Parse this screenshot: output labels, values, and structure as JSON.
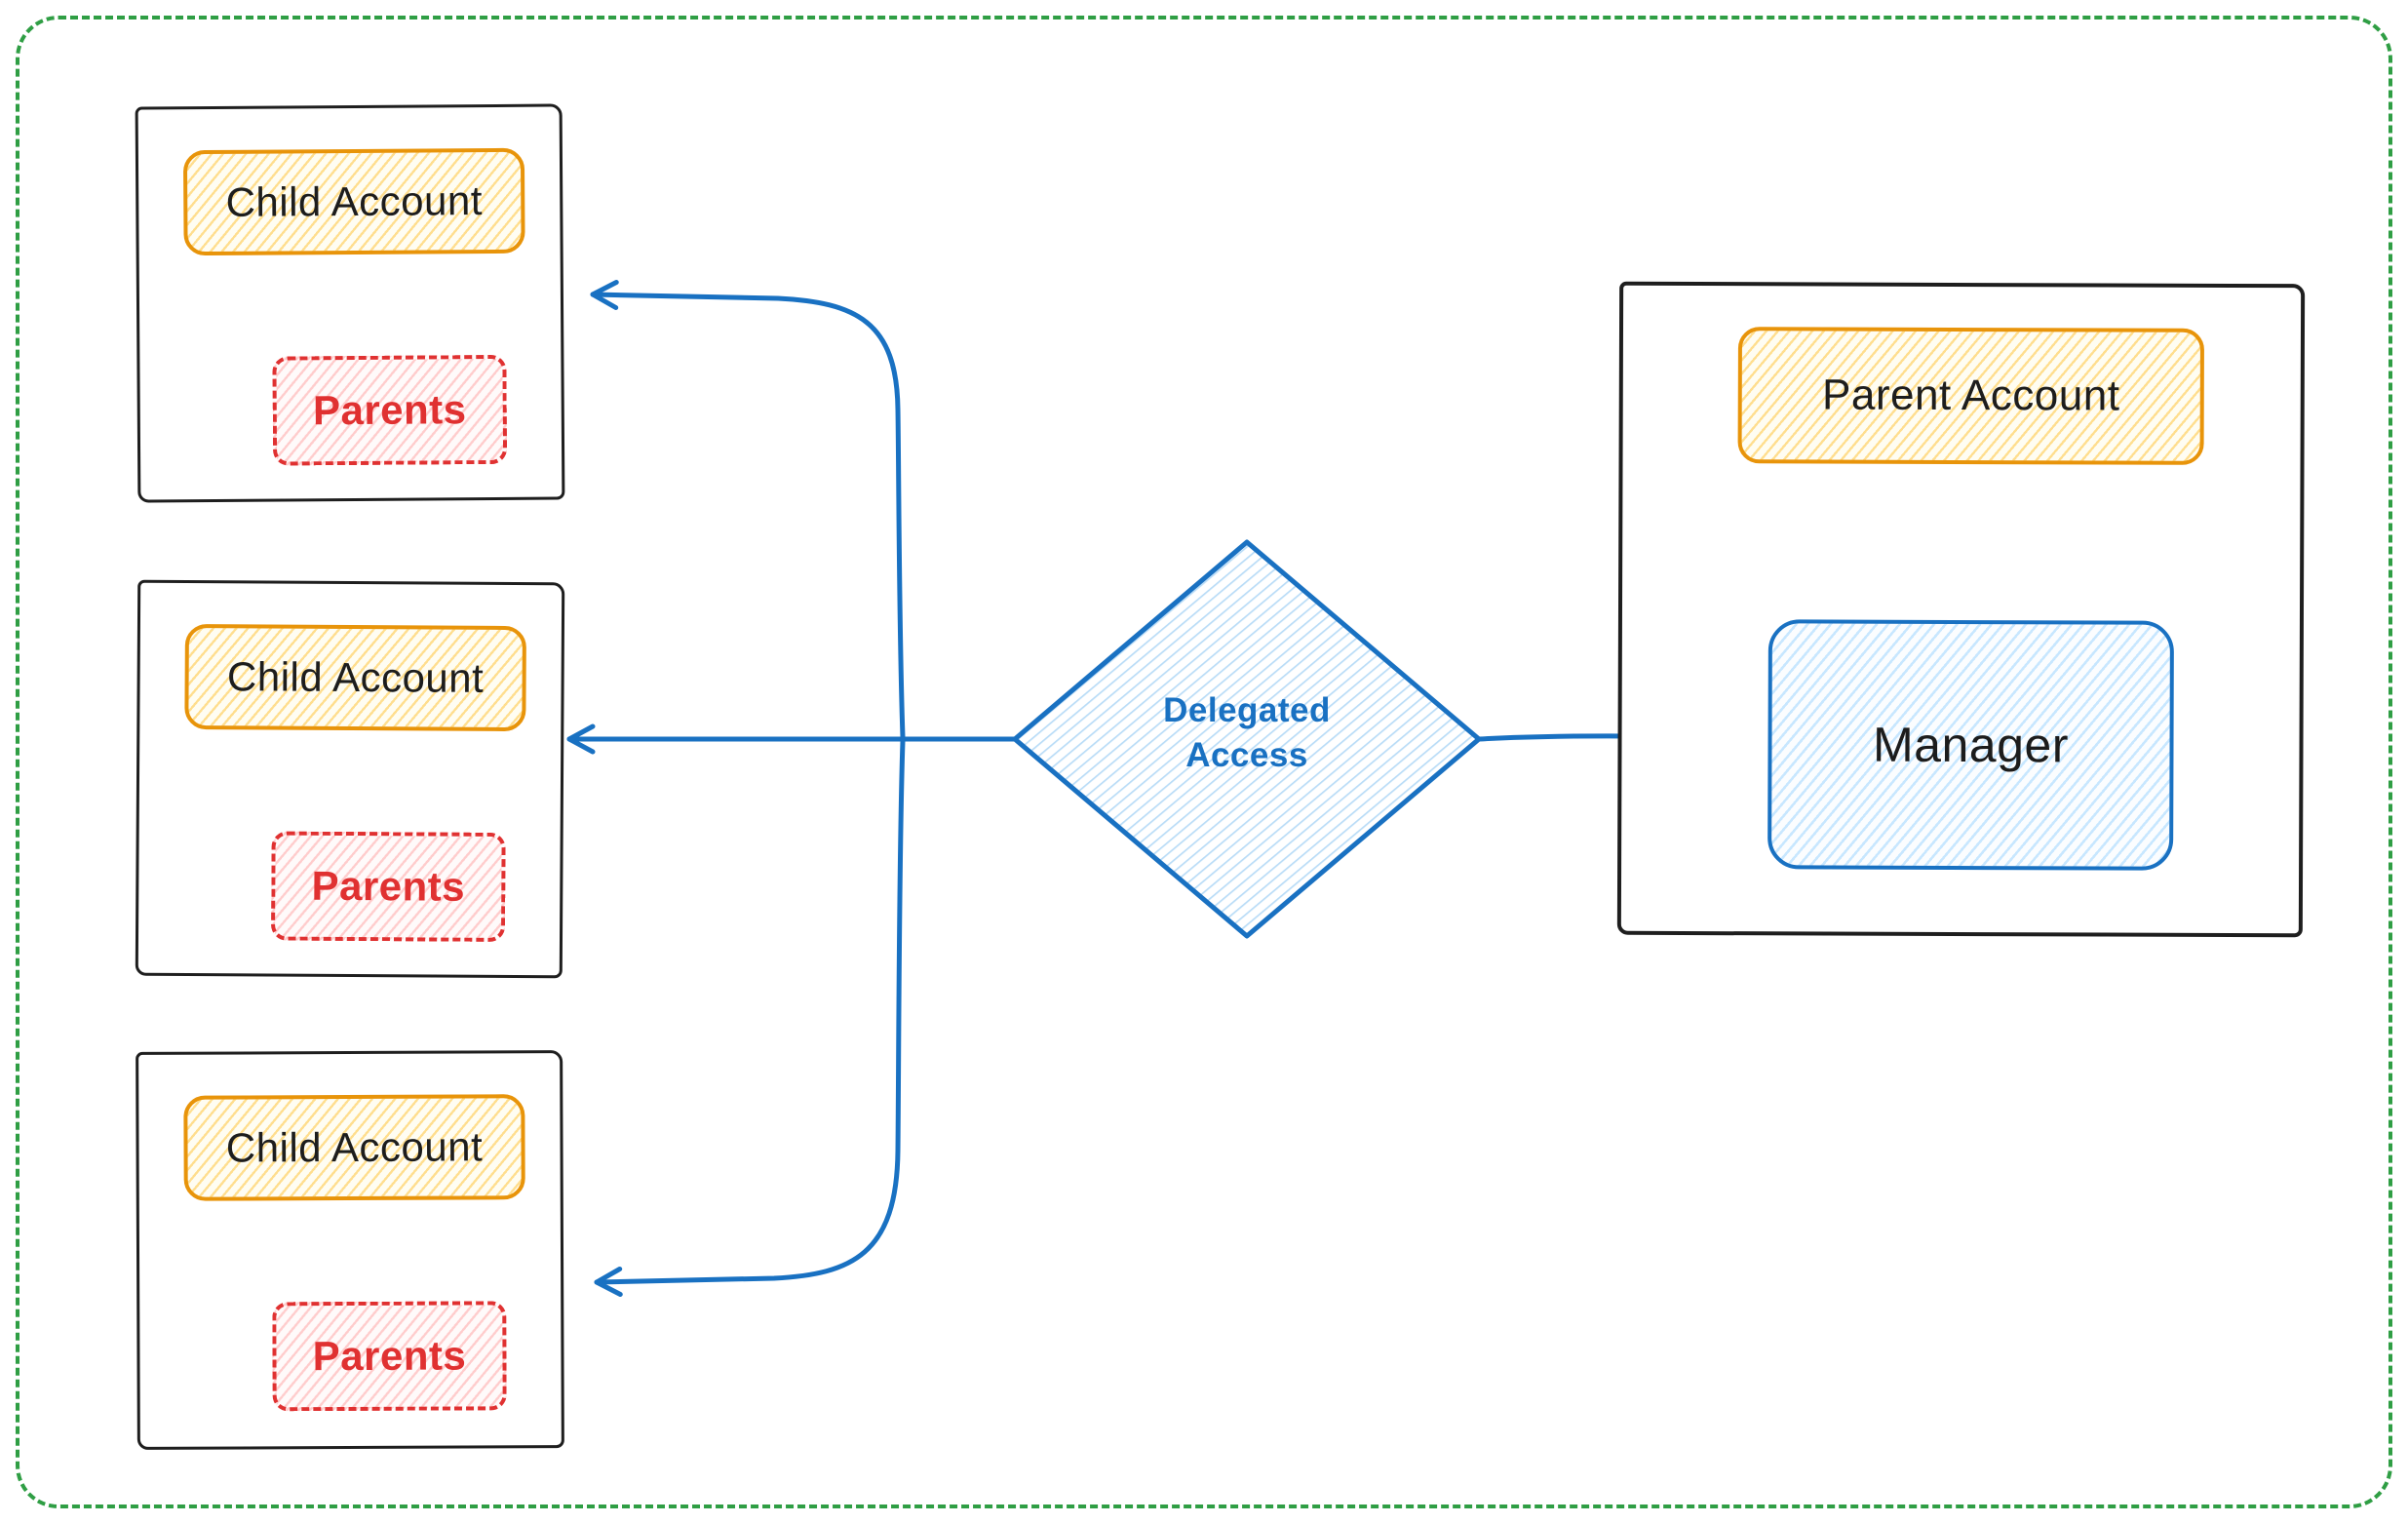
{
  "canvas": {
    "background": "#ffffff",
    "border_color": "#2f9e44"
  },
  "child_accounts": [
    {
      "label": "Child Account",
      "members_label": "Parents"
    },
    {
      "label": "Child Account",
      "members_label": "Parents"
    },
    {
      "label": "Child Account",
      "members_label": "Parents"
    }
  ],
  "parent_account": {
    "label": "Parent Account",
    "manager_label": "Manager"
  },
  "decision": {
    "line1": "Delegated",
    "line2": "Access"
  },
  "colors": {
    "blue": "#1971c2",
    "orange": "#e8940a",
    "red": "#e03131",
    "green": "#2f9e44",
    "ink": "#1e1e1e"
  }
}
